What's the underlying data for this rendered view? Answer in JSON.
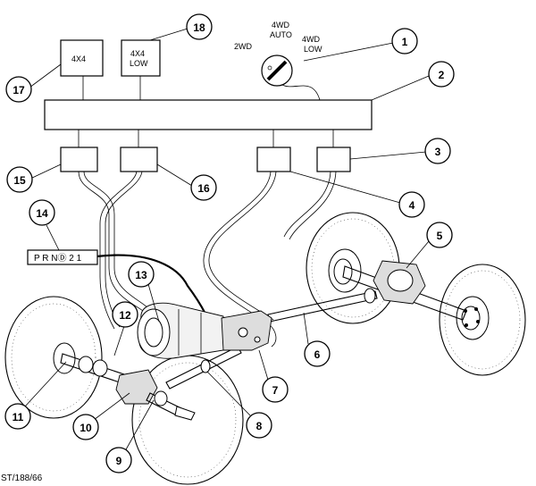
{
  "modules": {
    "mod_4x4": "4X4",
    "mod_4x4low_1": "4X4",
    "mod_4x4low_2": "LOW"
  },
  "selector": {
    "pos_2wd": "2WD",
    "pos_auto_1": "4WD",
    "pos_auto_2": "AUTO",
    "pos_low_1": "4WD",
    "pos_low_2": "LOW"
  },
  "gear_indicator": {
    "text": "P   R NⒹ 2 1"
  },
  "callouts": [
    "1",
    "2",
    "3",
    "4",
    "5",
    "6",
    "7",
    "8",
    "9",
    "10",
    "11",
    "12",
    "13",
    "14",
    "15",
    "16",
    "17",
    "18"
  ],
  "reference": "ST/188/66"
}
